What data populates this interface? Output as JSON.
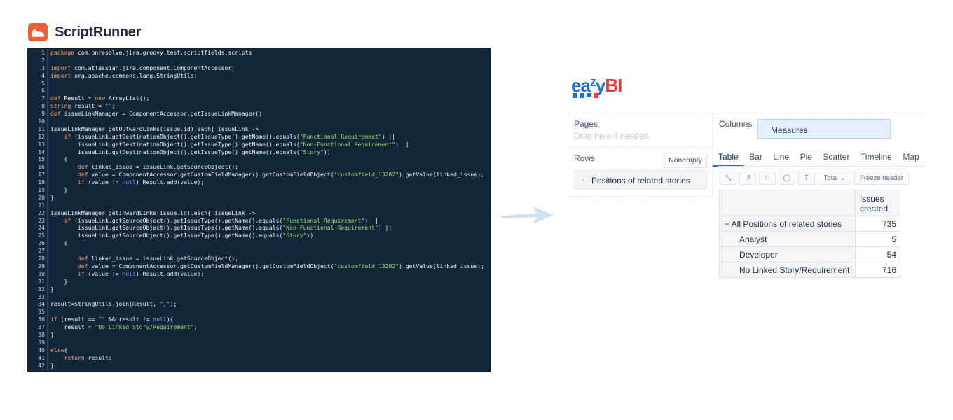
{
  "scriptrunner": {
    "title": "ScriptRunner",
    "logo_icon": "sneaker-icon",
    "brand_color": "#e8613a"
  },
  "code": {
    "lines": [
      "package com.onresolve.jira.groovy.test.scriptfields.scripts",
      "",
      "import com.atlassian.jira.component.ComponentAccessor;",
      "import org.apache.commons.lang.StringUtils;",
      "",
      "",
      "def Result = new ArrayList();",
      "String result = \"\";",
      "def issueLinkManager = ComponentAccessor.getIssueLinkManager()",
      "",
      "issueLinkManager.getOutwardLinks(issue.id).each{ issueLink ->",
      "    if (issueLink.getDestinationObject().getIssueType().getName().equals(\"Functional Requirement\") ||",
      "        issueLink.getDestinationObject().getIssueType().getName().equals(\"Non-Functional Requirement\") ||",
      "        issueLink.getDestinationObject().getIssueType().getName().equals(\"Story\"))",
      "    {",
      "        def linked_issue = issueLink.getSourceObject();",
      "        def value = ComponentAccessor.getCustomFieldManager().getCustomFieldObject(\"customfield_13202\").getValue(linked_issue);",
      "        if (value != null) Result.add(value);",
      "    }",
      "}",
      "",
      "issueLinkManager.getInwardLinks(issue.id).each{ issueLink ->",
      "    if (issueLink.getSourceObject().getIssueType().getName().equals(\"Functional Requirement\") ||",
      "        issueLink.getSourceObject().getIssueType().getName().equals(\"Non-Functional Requirement\") ||",
      "        issueLink.getSourceObject().getIssueType().getName().equals(\"Story\"))",
      "    {",
      "",
      "        def linked_issue = issueLink.getSourceObject();",
      "        def value = ComponentAccessor.getCustomFieldManager().getCustomFieldObject(\"customfield_13202\").getValue(linked_issue);",
      "        if (value != null) Result.add(value);",
      "    }",
      "}",
      "",
      "result=StringUtils.join(Result, \",\");",
      "",
      "if (result == \"\" && result != null){",
      "    result = \"No Linked Story/Requirement\";",
      "}",
      "",
      "else{",
      "    return result;",
      "}"
    ]
  },
  "arrow": {
    "icon": "arrow-right-icon",
    "color": "#cfe0f2"
  },
  "eazybi": {
    "logo_text_a": "ea",
    "logo_text_b": "z",
    "logo_text_c": "y",
    "logo_text_d": "BI",
    "pages_label": "Pages",
    "pages_hint": "Drag here if needed",
    "columns_label": "Columns",
    "columns_chip": "Measures",
    "rows_label": "Rows",
    "nonempty_label": "Nonempty",
    "rows_chip": "Positions of related stories",
    "tabs": [
      "Table",
      "Bar",
      "Line",
      "Pie",
      "Scatter",
      "Timeline",
      "Map"
    ],
    "toolbar": {
      "total_label": "Total ⌄",
      "freeze_label": "Freeze header"
    },
    "table": {
      "header": [
        "",
        "Issues created"
      ],
      "header_line1": "Issues",
      "header_line2": "created",
      "rows": [
        {
          "label": "− All Positions of related stories",
          "value": "735"
        },
        {
          "label": "Analyst",
          "value": "5"
        },
        {
          "label": "Developer",
          "value": "54"
        },
        {
          "label": "No Linked Story/Requirement",
          "value": "716"
        }
      ]
    }
  }
}
